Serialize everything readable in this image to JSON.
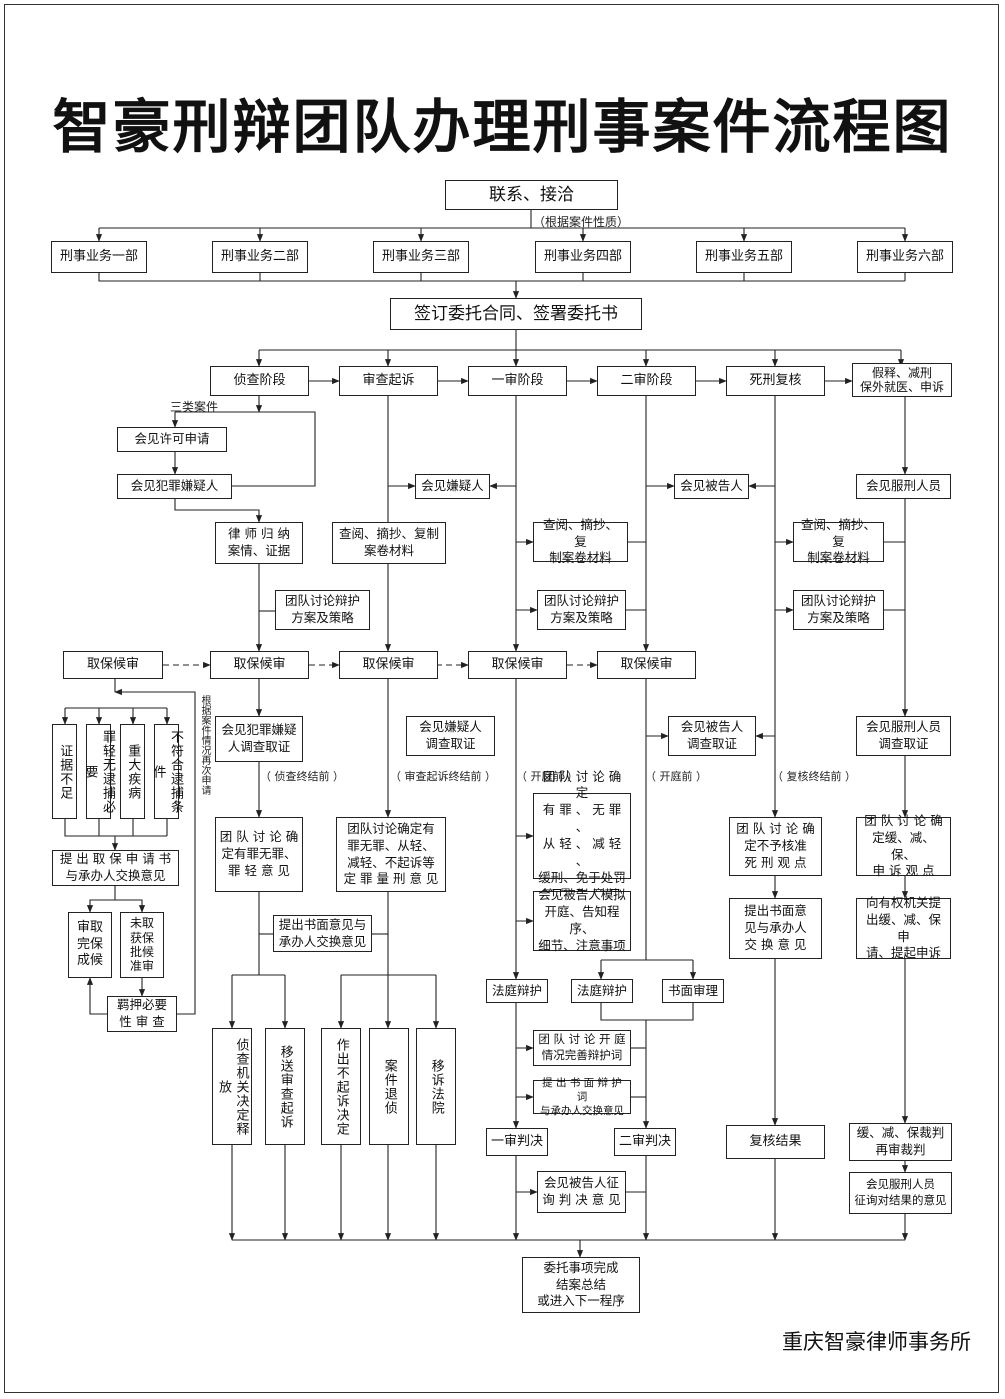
{
  "title": "智豪刑辩团队办理刑事案件流程图",
  "contact": "联系、接洽",
  "by_nature": "（根据案件性质）",
  "departments": [
    "刑事业务一部",
    "刑事业务二部",
    "刑事业务三部",
    "刑事业务四部",
    "刑事业务五部",
    "刑事业务六部"
  ],
  "contract": "签订委托合同、签署委托书",
  "stages": [
    "侦查阶段",
    "审查起诉",
    "一审阶段",
    "二审阶段",
    "死刑复核",
    "假释、减刑\n保外就医、申诉"
  ],
  "col1": {
    "three_types": "三类案件",
    "permit": "会见许可申请",
    "meet_suspect": "会见犯罪嫌疑人",
    "summarize": "律 师 归 纳\n案情、证据",
    "investigate": "会见犯罪嫌疑\n人调查取证",
    "before_end": "（ 侦查终结前 ）",
    "discuss": "团 队 讨 论 确\n定有罪无罪、\n罪 轻 意 见"
  },
  "bail_left": "取保候审",
  "bail_boxes": [
    "取保候审",
    "取保候审",
    "取保候审",
    "取保候审"
  ],
  "bail_reasons": [
    "证据不足",
    "罪轻无逮捕必要",
    "重大疾病",
    "不符合逮捕条件"
  ],
  "reapply": "根据案件情况再次申请",
  "bail_apply": "提 出 取 保 申 请 书\n与承办人交换意见",
  "bail_done": "审取\n完保\n成候",
  "bail_not": "未取\n获保\n批候\n准审",
  "custody": "羁押必要\n性 审 查",
  "discuss_plan": "团队讨论辩护\n方案及策略",
  "col2": {
    "meet": "会见嫌疑人",
    "review": "查阅、摘抄、复制\n案卷材料",
    "investigate": "会见嫌疑人\n调查取证",
    "before_end": "（ 审查起诉终结前 ）",
    "discuss": "团队讨论确定有\n罪无罪、从轻、\n减轻、不起诉等\n定 罪 量 刑 意 见"
  },
  "written_opinion": "提出书面意见与\n承办人交换意见",
  "results_left": [
    "侦查机关决定释放",
    "移送审查起诉",
    "作出不起诉决定",
    "案件退侦",
    "移诉法院"
  ],
  "col3": {
    "review": "查阅、摘抄、复\n制案卷材料",
    "before_trial": "（ 开庭前 ）",
    "discuss": "团 队 讨 论 确 定\n有 罪 、 无 罪 、\n从 轻 、 减 轻 、\n缓刑、免于处罚\n等 量 刑 意 见",
    "mock": "会见被告人模拟\n开庭、告知程序、\n细节、注意事项",
    "court_defense": "法庭辩护",
    "trial_discuss": "团 队 讨 论 开 庭\n情况完善辩护词",
    "defense_brief": "提 出 书 面 辩 护 词\n与承办人交换意见",
    "first_judgment": "一审判决",
    "meet_verdict": "会见被告人征\n询 判 决 意 见"
  },
  "col4": {
    "meet": "会见被告人",
    "investigate": "会见被告人\n调查取证",
    "before_trial": "（ 开庭前 ）",
    "court_defense": "法庭辩护",
    "written_trial": "书面审理",
    "second_judgment": "二审判决"
  },
  "col5": {
    "review": "查阅、摘抄、复\n制案卷材料",
    "before_end": "（ 复核终结前 ）",
    "discuss": "团 队 讨 论 确\n定不予核准\n死 刑 观 点",
    "written": "提出书面意\n见与承办人\n交 换 意 见",
    "result": "复核结果"
  },
  "col6": {
    "meet": "会见服刑人员",
    "investigate": "会见服刑人员\n调查取证",
    "discuss": "团 队 讨 论 确\n定缓、减、保、\n申 诉 观 点",
    "propose": "向有权机关提\n出缓、减、保 申\n请、提起申诉",
    "ruling": "缓、减、保裁判\n再审裁判",
    "opinion": "会见服刑人员\n征询对结果的意见"
  },
  "final": "委托事项完成\n结案总结\n或进入下一程序",
  "footer": "重庆智豪律师事务所"
}
